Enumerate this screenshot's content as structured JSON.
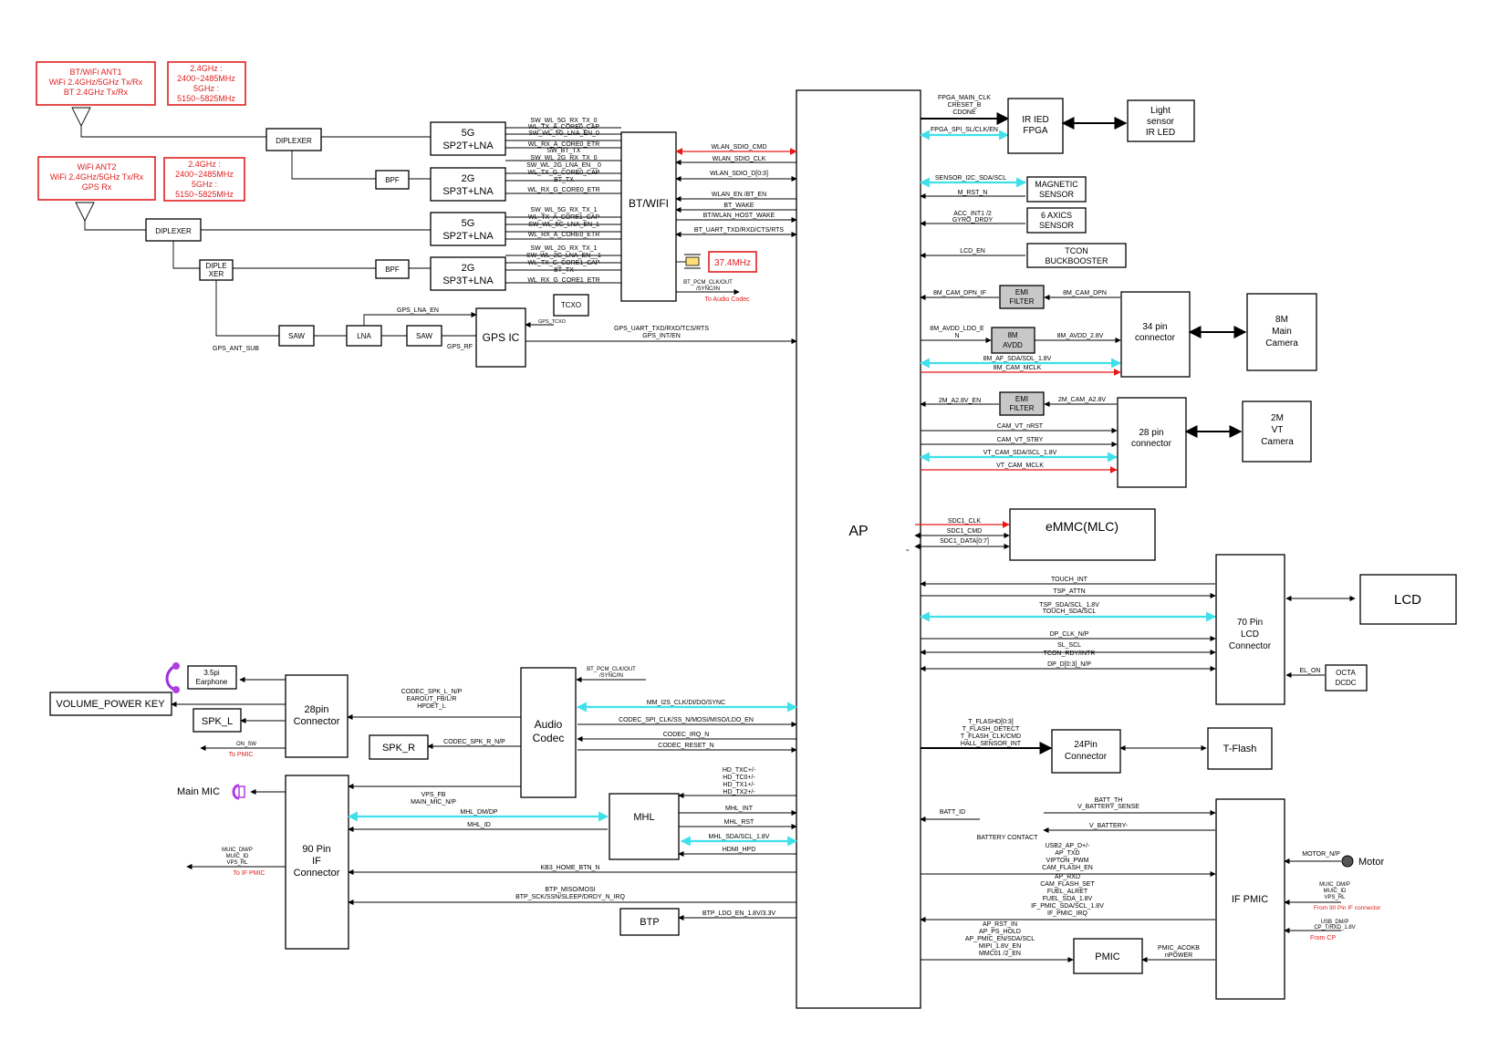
{
  "ap_label": "AP",
  "dash": "-",
  "antennas": {
    "ant1_label": [
      "BT/WiFi ANT1",
      "WiFi 2.4GHz/5GHz Tx/Rx",
      "BT 2.4GHz Tx/Rx"
    ],
    "ant1_freq": [
      "2.4GHz :",
      "2400~2485MHz",
      "5GHz :",
      "5150~5825MHz"
    ],
    "ant2_label": [
      "WiFi ANT2",
      "WiFi 2.4GHz/5GHz Tx/Rx",
      "GPS Rx"
    ],
    "ant2_freq": [
      "2.4GHz :",
      "2400~2485MHz",
      "5GHz :",
      "5150~5825MHz"
    ]
  },
  "rf": {
    "diplexer1": "DIPLEXER",
    "diplexer2": "DIPLEXER",
    "diplexer3": [
      "DIPLE",
      "XER"
    ],
    "bpf1": "BPF",
    "bpf2": "BPF",
    "sw1": [
      "5G",
      "SP2T+LNA"
    ],
    "sw2": [
      "2G",
      "SP3T+LNA"
    ],
    "sw3": [
      "5G",
      "SP2T+LNA"
    ],
    "sw4": [
      "2G",
      "SP3T+LNA"
    ],
    "saw1": "SAW",
    "lna": "LNA",
    "saw2": "SAW",
    "gps_ic": "GPS IC",
    "tcxo": "TCXO",
    "gps_tcxo": "GPS_TCXO",
    "gps_rf": "GPS_RF",
    "gps_ant_sub": "GPS_ANT_SUB",
    "gps_lna_en": "GPS_LNA_EN",
    "btwifi": "BT/WIFI",
    "crystal": "37.4MHz",
    "sw1_sigs": [
      "SW_WL_5G_RX_TX_0",
      "WL_TX_A_CORE0_CAP",
      "SW_WL_5G_LNA_EN_0",
      "WL_RX_A_CORE0_ETR"
    ],
    "sw2_sigs": [
      "SW_BT_TX",
      "SW_WL_2G_RX_TX_0",
      "SW_WL_2G_LNA_EN__0",
      "WL_TX_G_CORE0_CAP",
      "BT_TX",
      "WL_RX_G_CORE0_ETR"
    ],
    "sw3_sigs": [
      "SW_WL_5G_RX_TX_1",
      "WL_TX_A_CORE1_CAP",
      "SW_WL_5G_LNA_EN_1",
      "WL_RX_A_CORE0_ETR"
    ],
    "sw4_sigs": [
      "SW_WL_2G_RX_TX_1",
      "SW_WL_2G_LNA_EN__1",
      "WL_TX_G_CORE1_CAP",
      "BT_TX",
      "WL_RX_G_CORE1_ETR"
    ],
    "wlan_sigs": [
      "WLAN_SDIO_CMD",
      "WLAN_SDIO_CLK",
      "WLAN_SDIO_D[0:3]",
      "WLAN_EN /BT_EN",
      "BT_WAKE",
      "BT/WLAN_HOST_WAKE",
      "BT_UART_TXD/RXD/CTS/RTS"
    ],
    "bt_pcm": [
      "BT_PCM_CLK/OUT",
      "/SYNC/IN"
    ],
    "to_audio_codec": "To Audio Codec",
    "gps_uart": [
      "GPS_UART_TXD/RXD/TCS/RTS",
      "GPS_INT/EN"
    ]
  },
  "right": {
    "fpga_sigs": [
      "FPGA_MAIN_CLK",
      "CRESET_B",
      "CDONE"
    ],
    "fpga_spi": "FPGA_SPI_SL/CLK/EN",
    "irled_fpga": [
      "IR IED",
      "FPGA"
    ],
    "light": [
      "Light",
      "sensor",
      "IR LED"
    ],
    "sensor_i2c": "SENSOR_I2C_SDA/SCL",
    "m_rst": "M_RST_N",
    "magnetic": [
      "MAGNETIC",
      "SENSOR"
    ],
    "acc_int": [
      "ACC_INT1 /2",
      "GYRO_DRDY"
    ],
    "axis": [
      "6 AXICS",
      "SENSOR"
    ],
    "lcd_en": "LCD_EN",
    "tcon": [
      "TCON",
      "BUCKBOOSTER"
    ],
    "cam8_dpn_left": "8M_CAM_DPN_IF",
    "emi": [
      "EMI",
      "FILTER"
    ],
    "cam8_dpn_right": "8M_CAM_DPN",
    "cam8_avdd_ldo": [
      "8M_AVDD_LDO_E",
      "N"
    ],
    "avdd_box": [
      "8M",
      "AVDD"
    ],
    "cam8_avdd": "8M_AVDD_2.8V",
    "cam8_af": "8M_AF_SDA/SDL_1.8V",
    "cam8_mclk": "8M_CAM_MCLK",
    "conn34": [
      "34 pin",
      "connector"
    ],
    "cam8": [
      "8M",
      "Main",
      "Camera"
    ],
    "cam2_en": "2M_A2.8V_EN",
    "cam2_a28": "2M_CAM_A2.8V",
    "cam_vt_rst": "CAM_VT_nRST",
    "cam_vt_stby": "CAM_VT_STBY",
    "vt_sda": "VT_CAM_SDA/SCL_1.8V",
    "vt_mclk": "VT_CAM_MCLK",
    "conn28": [
      "28 pin",
      "connector"
    ],
    "cam2": [
      "2M",
      "VT",
      "Camera"
    ],
    "sdc_sigs": [
      "SDC1_CLK",
      "SDC1_CMD",
      "SDC1_DATA[0:7]"
    ],
    "emmc": "eMMC(MLC)",
    "lcd_sigs": [
      "TOUCH_INT",
      "TSP_ATTN",
      "TSP_SDA/SCL_1.8V",
      "TOUCH_SDA/SCL",
      "DP_CLK_N/P",
      "SL_SCL",
      "TCON_RDY/INTR",
      "DP_D[0:3]_N/P"
    ],
    "conn70": [
      "70 Pin",
      "LCD",
      "Connector"
    ],
    "lcd": "LCD",
    "el_on": "EL_ON",
    "octa": [
      "OCTA",
      "DCDC"
    ],
    "tflash_sigs": [
      "T_FLASHD[0:3]",
      "T_FLASH_DETECT",
      "T_FLASH_CLK/CMD",
      "HALL_SENSOR_INT"
    ],
    "conn24": [
      "24Pin",
      "Connector"
    ],
    "tflash": "T-Flash",
    "batt_id": "BATT_ID",
    "batt_th": [
      "BATT_TH",
      "V_BATTERY_SENSE"
    ],
    "v_battery": "V_BATTERY-",
    "battery_contact": "BATTERY CONTACT",
    "ifpmic_sigs1": [
      "USB2_AP_D+/-",
      "AP_TXD",
      "VIPTON_PWM",
      "CAM_FLASH_EN"
    ],
    "ifpmic_sigs2": [
      "AP_RXD",
      "CAM_FLASH_SET",
      "FUEL_ALRET",
      "FUEL_SDA_1.8V",
      "IF_PMIC_SDA/SCL_1.8V",
      "IF_PMIC_IRQ"
    ],
    "ifpmic": "IF PMIC",
    "motor_np": "MOTOR_N/P",
    "motor": "Motor",
    "muic_sigs": [
      "MUIC_DM/P",
      "MUIC_ID",
      "VPS_RL"
    ],
    "from_90": "From 90 Pin IF connector",
    "usb_dmp": [
      "USB_DM/P",
      "CP_T/RXD_1.8V"
    ],
    "from_cp": "From CP",
    "pmic_sigs": [
      "AP_RST_IN",
      "AP_PS_HOLD",
      "AP_PMIC_EN/SDA/SCL",
      "MIPI_1.8V_EN",
      "MMC01 /2_EN"
    ],
    "pmic": "PMIC",
    "pmic_acok": [
      "PMIC_ACOKB",
      "nPOWER"
    ]
  },
  "left": {
    "earphone": [
      "3.5pi",
      "Earphone"
    ],
    "volume": "VOLUME_POWER KEY",
    "spk_l": "SPK_L",
    "on_sw": "ON_SW",
    "to_pmic": "To PMIC",
    "conn28pin": [
      "28pin",
      "Connector"
    ],
    "codec_spk": [
      "CODEC_SPK_L_N/P",
      "EAROUT_FB/L/R",
      "HPDET_L"
    ],
    "spk_r": "SPK_R",
    "codec_spk_r": "CODEC_SPK_R_N/P",
    "audio_codec": [
      "Audio",
      "Codec"
    ],
    "bt_pcm2": [
      "BT_PCM_CLK/OUT",
      "/SYNC/IN"
    ],
    "codec_sigs": [
      "MM_I2S_CLK/DI/DO/SYNC",
      "CODEC_SPI_CLK/SS_N/MOSI/MISO/LDO_EN",
      "CODEC_IRQ_N",
      "CODEC_RESET_N"
    ],
    "main_mic": "Main MIC",
    "vps_fb": [
      "VPS_FB",
      "MAIN_MIC_N/P"
    ],
    "mhl_dmdp": "MHL_DM/DP",
    "mhl_id": "MHL_ID",
    "mhl": "MHL",
    "hd_sigs": [
      "HD_TXC+/-",
      "HD_TC0+/-",
      "HD_TX1+/-",
      "HD_TX2+/-"
    ],
    "mhl_sigs": [
      "MHL_INT",
      "MHL_RST",
      "MHL_SDA/SCL_1.8V",
      "HDMI_HPD"
    ],
    "muic_left": [
      "MUIC_DM/P",
      "MUIC_ID",
      "VPS_RL"
    ],
    "to_if_pmic": "To IF PMIC",
    "conn90": [
      "90 Pin",
      "IF",
      "Connector"
    ],
    "kb3": "KB3_HOME_BTN_N",
    "btp_sigs": [
      "BTP_MISO/MOSI",
      "BTP_SCK/SSN/SLEEP/DRDY_N_IRQ"
    ],
    "btp": "BTP",
    "btp_ldo": "BTP_LDO_EN_1.8V/3.3V"
  }
}
